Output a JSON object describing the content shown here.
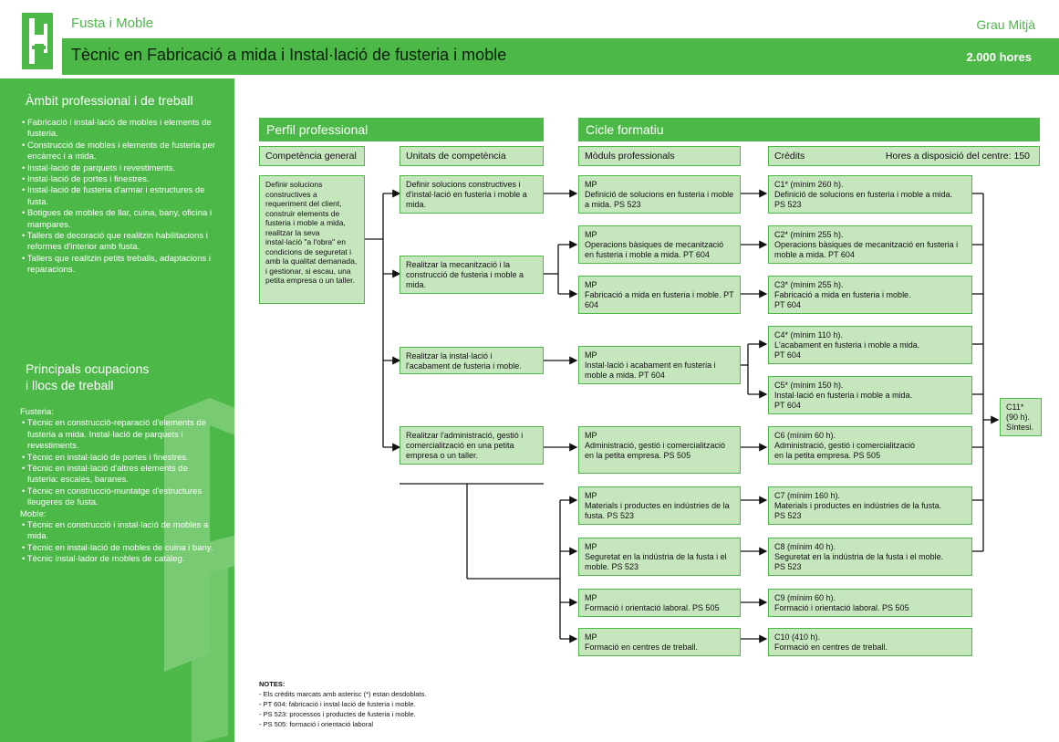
{
  "header": {
    "category": "Fusta i Moble",
    "grade": "Grau Mitjà",
    "title": "Tècnic en Fabricació a mida i Instal·lació de fusteria i moble",
    "hours": "2.000 hores"
  },
  "left": {
    "ambit_title": "Àmbit professional i de treball",
    "ambit_items": [
      "• Fabricació i instal·lació de mobles i elements de fusteria.",
      "• Construcció de mobles i elements de fusteria per encàrrec i a mida.",
      "• Instal·lació de parquets i revestiments.",
      "• Instal·lació de portes i finestres.",
      "• Instal·lació de fusteria d'armar i estructures de fusta.",
      "• Botigues de mobles de llar, cuina, bany, oficina i mampares.",
      "• Tallers de decoració que realitzin habilitacions i reformes d'interior amb fusta.",
      "• Tallers que realitzin petits treballs, adaptacions i reparacions."
    ],
    "ocup_title_1": "Principals ocupacions",
    "ocup_title_2": "i llocs de treball",
    "ocup_fusteria": "Fusteria:",
    "ocup_fusteria_items": [
      "• Tècnic en construcció-reparació d'elements de fusteria a mida. Instal·lació de parquets i revestiments.",
      "• Tècnic en instal·lació de portes i finestres.",
      "• Tècnic en instal·lació d'altres elements de fusteria: escales, baranes.",
      "• Tècnic en construcció-muntatge d'estructures lleugeres de fusta."
    ],
    "ocup_moble": "Moble:",
    "ocup_moble_items": [
      "• Tècnic en construcció i instal·lació de mobles a mida.",
      "• Tècnic en instal·lació de mobles de cuina i bany.",
      "• Tècnic instal·lador de mobles de catàleg."
    ]
  },
  "perfil": {
    "title": "Perfil professional",
    "comp_general_label": "Competència general",
    "unitats_label": "Unitats de competència",
    "comp_general_text": "Definir solucions constructives a requeriment del client, construir elements de fusteria i moble a mida, realitzar la seva instal·lació \"a l'obra\" en condicions de seguretat i amb la qualitat demanada, i gestionar, si escau, una petita empresa o un taller.",
    "unitats": [
      "Definir solucions constructives i d'instal·lació en fusteria i moble a mida.",
      "Realitzar la mecanització i la construcció de fusteria i moble a mida.",
      "Realitzar la instal·lació i l'acabament de fusteria i moble.",
      "Realitzar l'administració, gestió i comercialització en una petita empresa o un taller."
    ]
  },
  "cicle": {
    "title": "Cicle formatiu",
    "moduls_label": "Mòduls professionals",
    "credits_label": "Crèdits",
    "hores_label": "Hores a disposició del centre: 150",
    "moduls": [
      "MP\nDefinició de solucions en fusteria i moble a mida. PS 523",
      "MP\nOperacions bàsiques de mecanització en fusteria i moble a mida. PT 604",
      "MP\nFabricació a mida en fusteria i moble. PT 604",
      "MP\nInstal·lació i acabament en fusteria i moble a mida. PT 604",
      "MP\nAdministració, gestió i comercialització en la petita empresa. PS 505",
      "MP\nMaterials i productes en indústries de la fusta. PS 523",
      "MP\nSeguretat en la indústria de la fusta i el moble. PS 523",
      "MP\nFormació i orientació laboral. PS 505",
      "MP\nFormació en centres de treball."
    ],
    "credits": [
      "C1* (mínim 260 h).\nDefinició de solucions en fusteria i moble a mida.\nPS 523",
      "C2* (mínim 255 h).\nOperacions bàsiques de mecanització en fusteria i moble a mida. PT 604",
      "C3* (mínim 255 h).\nFabricació a mida en fusteria i moble.\nPT 604",
      "C4* (mínim 110 h).\nL'acabament en fusteria i moble a mida.\nPT 604",
      "C5* (mínim 150 h).\nInstal·lació en fusteria i moble a mida.\nPT 604",
      "C6 (mínim 60 h).\nAdministració, gestió i comercialització\nen la petita empresa. PS 505",
      "C7 (mínim 160 h).\nMaterials i productes en indústries de la fusta.\nPS 523",
      "C8 (mínim 40 h).\nSeguretat en la indústria de la fusta i el moble.\nPS 523",
      "C9 (mínim 60 h).\nFormació i orientació laboral. PS 505",
      "C10 (410 h).\nFormació en centres de treball."
    ],
    "c11": "C11*\n(90 h).\nSíntesi."
  },
  "notes": {
    "title": "NOTES:",
    "items": [
      "- Els crèdits marcats amb asterisc (*) estan desdoblats.",
      "- PT 604: fabricació i instal·lació de fusteria i moble.",
      "- PS 523: processos i productes de fusteria i moble.",
      "- PS 505: formació i orientació laboral"
    ]
  },
  "colors": {
    "accent": "#4cb848",
    "box_fill": "#c6e6be"
  },
  "icons": [
    "chair-icon"
  ]
}
